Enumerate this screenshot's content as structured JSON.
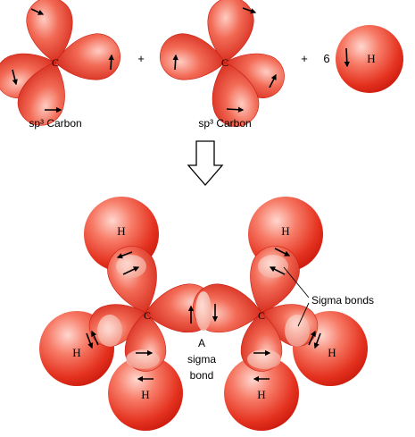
{
  "reactants": {
    "carbon_label": "sp³ Carbon",
    "carbon_symbol": "C",
    "plus": "+",
    "h_count": "6",
    "h_symbol": "H"
  },
  "product": {
    "carbon_symbol": "C",
    "h_symbol": "H",
    "sigma_bond_lines": [
      "A",
      "sigma",
      "bond"
    ],
    "sigma_bonds_label": "Sigma bonds"
  },
  "colors": {
    "lobe_light": "#ffd7cf",
    "lobe_mid": "#f25a45",
    "lobe_dark": "#c8170c",
    "arrow": "#000000"
  }
}
